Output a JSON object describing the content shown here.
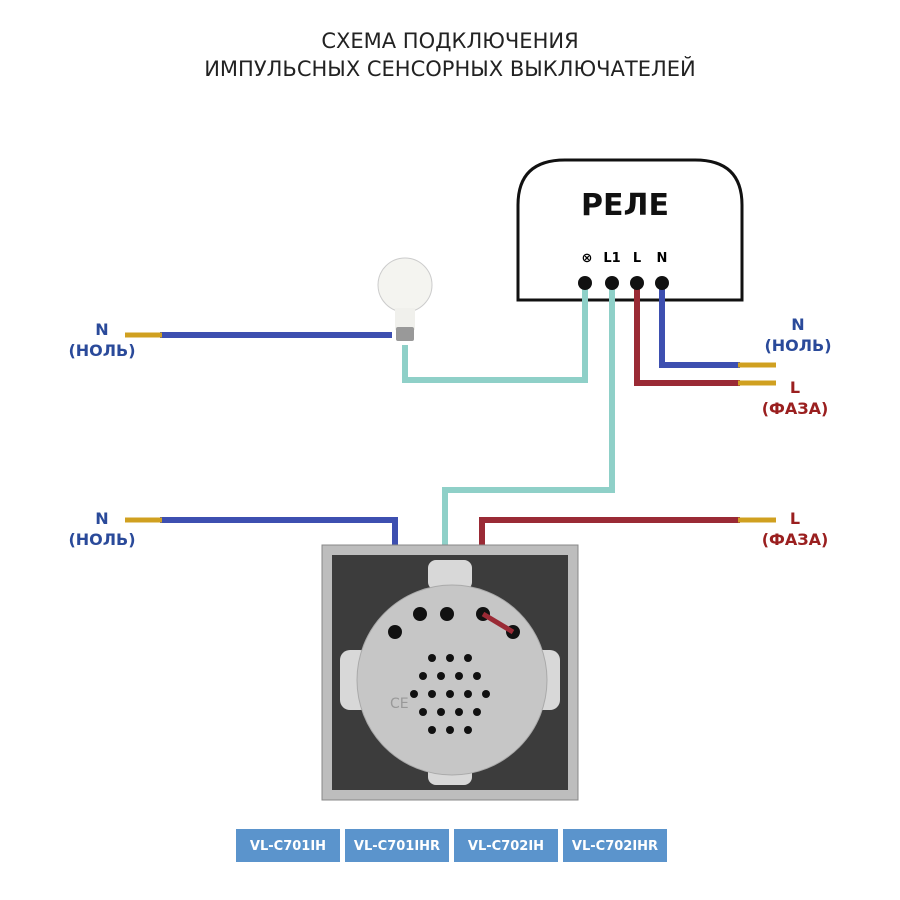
{
  "title": {
    "line1": "СХЕМА ПОДКЛЮЧЕНИЯ",
    "line2": "ИМПУЛЬСНЫХ СЕНСОРНЫХ ВЫКЛЮЧАТЕЛЕЙ"
  },
  "relay": {
    "label": "РЕЛЕ",
    "terminals": [
      "⊗",
      "L1",
      "L",
      "N"
    ]
  },
  "wire_labels": {
    "left_top": {
      "code": "N",
      "name": "(НОЛЬ)"
    },
    "left_bottom": {
      "code": "N",
      "name": "(НОЛЬ)"
    },
    "right_n": {
      "code": "N",
      "name": "(НОЛЬ)"
    },
    "right_l_top": {
      "code": "L",
      "name": "(ФАЗА)"
    },
    "right_l_bottom": {
      "code": "L",
      "name": "(ФАЗА)"
    }
  },
  "models": [
    "VL-C701IH",
    "VL-C701IHR",
    "VL-C702IH",
    "VL-C702IHR"
  ],
  "colors": {
    "neutral": "#3d4fb0",
    "phase": "#9a2a35",
    "switched": "#8fd0c8",
    "label_blue": "#2a4a9a",
    "label_red": "#9a1f1f",
    "model_bg": "#5b94cc"
  }
}
